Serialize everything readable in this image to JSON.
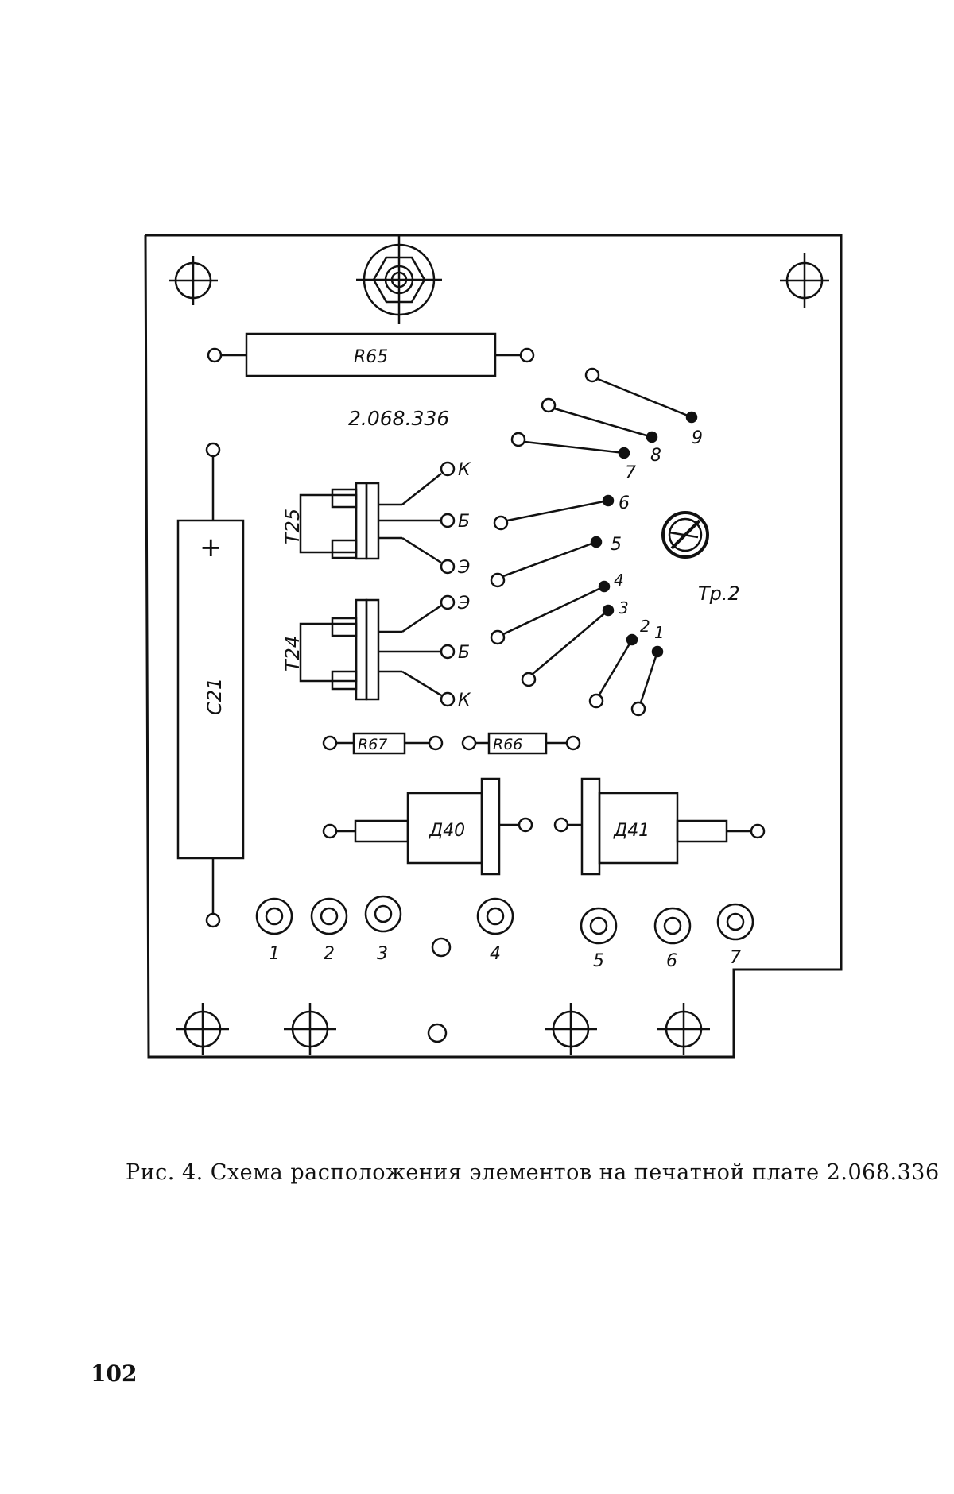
{
  "board": {
    "code": "2.068.336",
    "components": {
      "r65": "R65",
      "r67": "R67",
      "r66": "R66",
      "c21": "C21",
      "c21_polarity": "+",
      "t25": "T25",
      "t24": "T24",
      "d40": "Д40",
      "d41": "Д41",
      "tr2": "Тр.2"
    },
    "t25_pins": [
      "К",
      "Б",
      "Э"
    ],
    "t24_pins": [
      "Э",
      "Б",
      "К"
    ],
    "transformer_pins": [
      "1",
      "2",
      "3",
      "4",
      "5",
      "6",
      "7",
      "8",
      "9"
    ],
    "terminal_labels": [
      "1",
      "2",
      "3",
      "4",
      "5",
      "6",
      "7"
    ]
  },
  "caption": "Рис. 4. Схема расположения элементов на печатной плате 2.068.336",
  "page_number": "102"
}
